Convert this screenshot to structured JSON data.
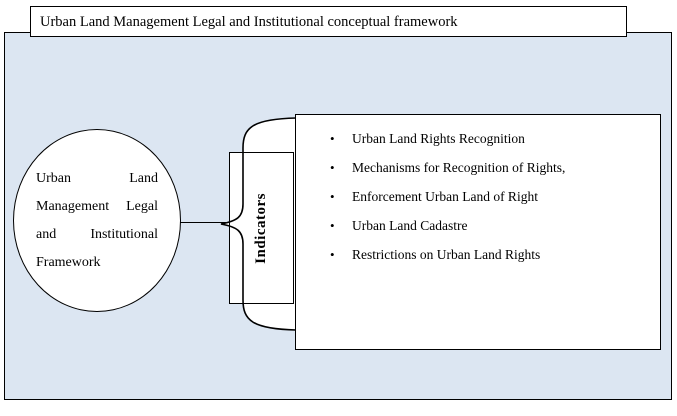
{
  "diagram": {
    "title": "Urban Land Management Legal and Institutional conceptual framework",
    "source_node": "Urban Land Management Legal and Institutional Framework",
    "brace_label": "Indicators",
    "bullet_char": "•",
    "indicators": {
      "items": [
        "Urban Land Rights Recognition",
        "Mechanisms for Recognition of Rights,",
        "Enforcement Urban Land of Right",
        "Urban Land Cadastre",
        "Restrictions on Urban Land Rights"
      ]
    },
    "colors": {
      "canvas_fill": "#dce6f2",
      "shape_fill": "#ffffff",
      "line": "#000000"
    }
  }
}
